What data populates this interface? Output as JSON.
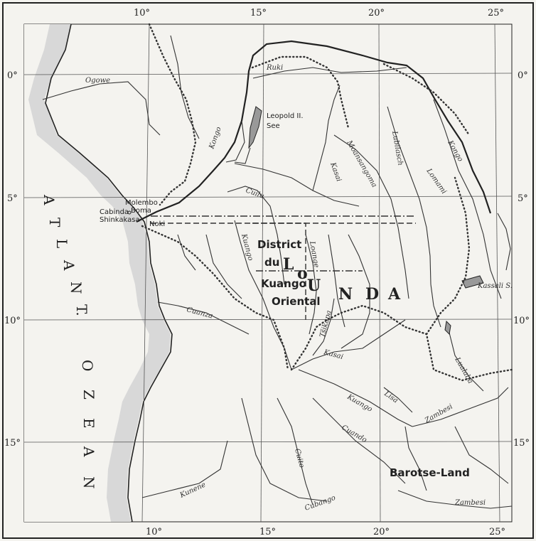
{
  "longitude_ticks_top": [
    "10°",
    "15°",
    "20°",
    "25°"
  ],
  "longitude_ticks_bottom": [
    "10°",
    "15°",
    "20°",
    "25°"
  ],
  "latitude_ticks_left": [
    "0°",
    "5°",
    "10°",
    "15°"
  ],
  "latitude_ticks_right": [
    "0°",
    "5°",
    "10°",
    "15°"
  ],
  "ocean_label": [
    "A",
    "T",
    "L",
    "A",
    "N",
    "T.",
    "O",
    "Z",
    "E",
    "A",
    "N"
  ],
  "lunda_letters": [
    "L",
    "U",
    "N",
    "D",
    "A"
  ],
  "lunda_small_o": "o",
  "district_lines": [
    "District",
    "du",
    "Kuango",
    "Oriental"
  ],
  "places": {
    "molembo": "Molembo",
    "cabinda": "Cabinda",
    "boma": "Boma",
    "shinkakasa": "Shinkakasa",
    "noki": "Noki"
  },
  "rivers": {
    "ruki": "Ruki",
    "ogowe": "Ogowe",
    "kongo_west": "Kongo",
    "kongo_east": "Kongo",
    "leopold_see": [
      "Leopold II.",
      "See"
    ],
    "kasai_north": "Kasai",
    "moansangoma": "Moansangoma",
    "lubilasch": "Lubilasch",
    "lomami": "Lomami",
    "cuilu": "Cuilu",
    "kuango": "Kuango",
    "loange": "Loange",
    "cuanza": "Cuanza",
    "tschikapa": "Tšikapa",
    "kasai_south": "Kasai",
    "kuango_south": "Kuango",
    "lisa": "Lisa",
    "zambesi_north": "Zambesi",
    "lualaba": "Lualaba",
    "kassali": "Kassali S.",
    "cuito": "Cuito",
    "cuando": "Cuando",
    "kunene": "Kunene",
    "cubango": "Cubango",
    "zambesi_south": "Zambesi"
  },
  "barotse": "Barotse-Land"
}
